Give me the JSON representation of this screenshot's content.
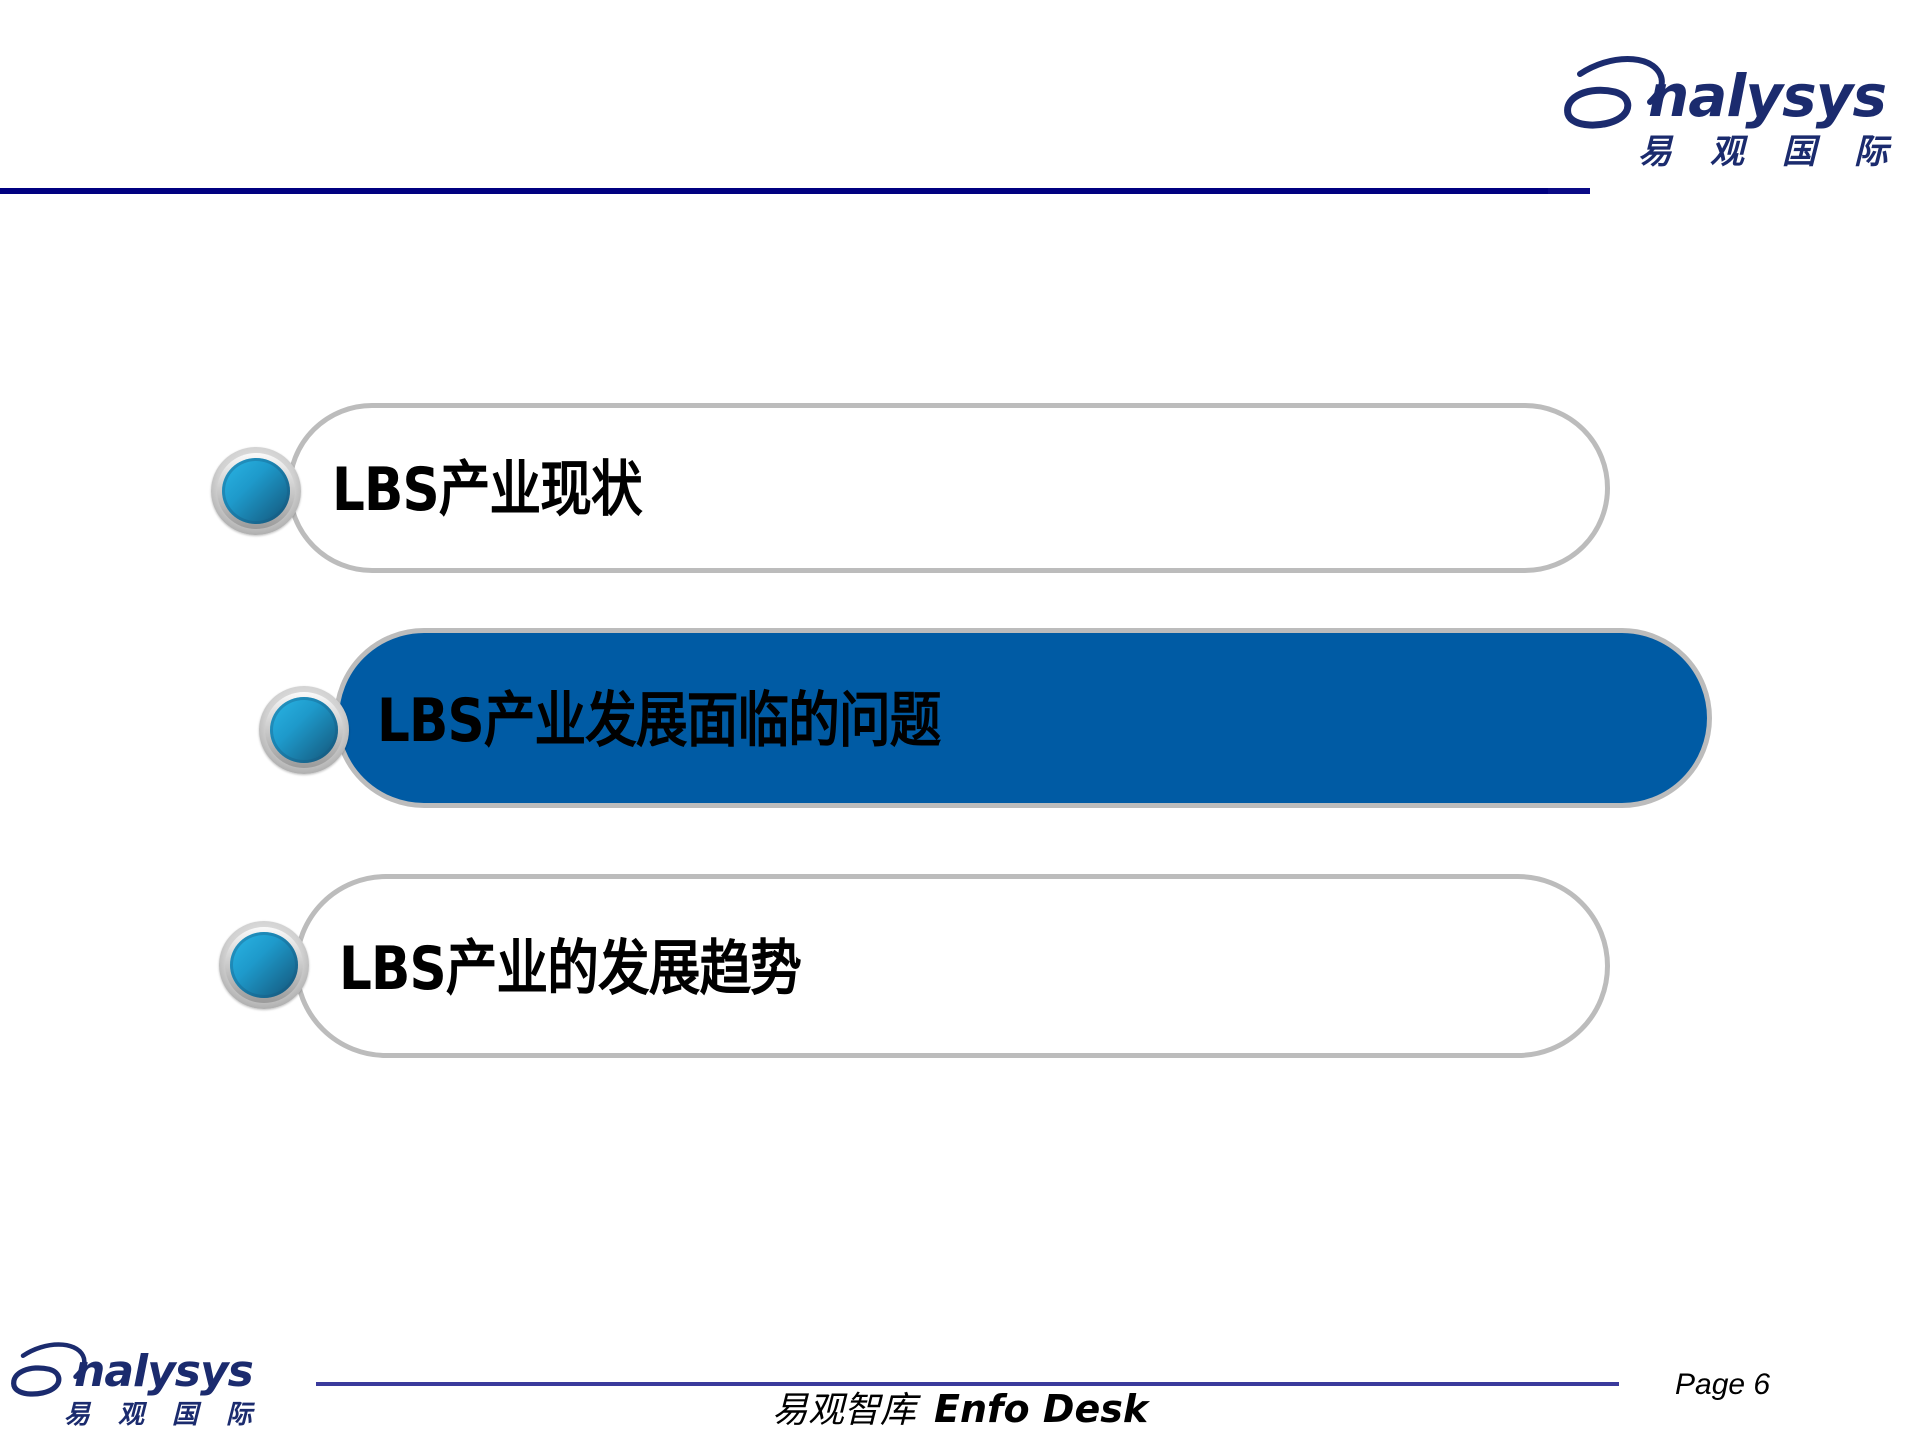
{
  "header": {
    "logo": {
      "wordmark": "nalysys",
      "chinese_name": "易观国际",
      "icon": "analysys-swoosh-a-icon",
      "color": "#1b2b6e"
    },
    "rule_color": "#000080"
  },
  "agenda": {
    "items": [
      {
        "label": "LBS产业现状",
        "active": false,
        "bullet_icon": "blue-orb-bullet-icon"
      },
      {
        "label": "LBS产业发展面临的问题",
        "active": true,
        "bullet_icon": "blue-orb-bullet-icon"
      },
      {
        "label": "LBS产业的发展趋势",
        "active": false,
        "bullet_icon": "blue-orb-bullet-icon"
      }
    ],
    "active_fill_color": "#005ba4",
    "border_color": "#bcbcbc"
  },
  "footer": {
    "logo": {
      "wordmark": "nalysys",
      "chinese_name": "易观国际",
      "icon": "analysys-swoosh-a-icon"
    },
    "product_cn": "易观智库",
    "product_en": "Enfo Desk",
    "page_label": "Page 6",
    "rule_color": "#3a3a9c"
  }
}
